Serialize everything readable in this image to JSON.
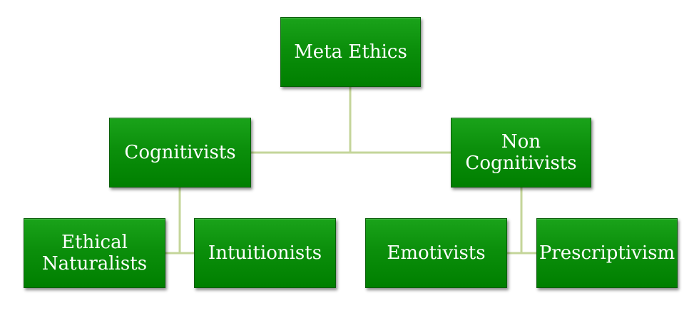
{
  "nodes": {
    "root": "Meta Ethics",
    "cognitivists": "Cognitivists",
    "non_cognitivists": "Non\nCognitivists",
    "ethical_naturalists": "Ethical\nNaturalists",
    "intuitionists": "Intuitionists",
    "emotivists": "Emotivists",
    "prescriptivism": "Prescriptivism"
  },
  "colors": {
    "box_fill": "#0b8f0b",
    "box_border": "#0a5e0a",
    "connector": "#c4d59a",
    "text": "#ffffff"
  }
}
